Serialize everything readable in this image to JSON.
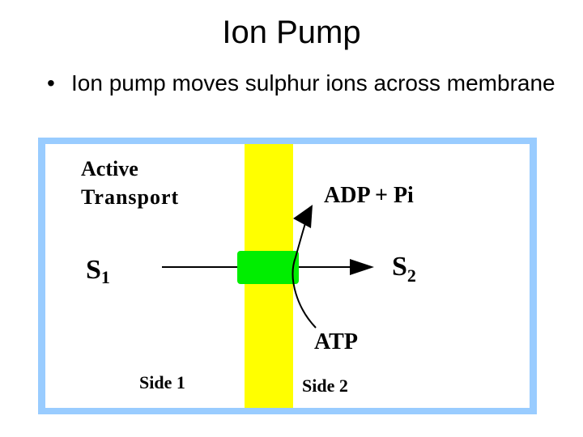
{
  "title": "Ion Pump",
  "bullet": {
    "marker": "•",
    "text": "Ion pump moves sulphur ions across membrane"
  },
  "diagram": {
    "heading_line1": "Active",
    "heading_line2": "Transport",
    "left_species": "S",
    "left_subscript": "1",
    "right_species": "S",
    "right_subscript": "2",
    "product": "ADP + Pi",
    "reactant": "ATP",
    "side_left": "Side 1",
    "side_right": "Side 2",
    "colors": {
      "frame": "#99ccff",
      "membrane": "#ffff00",
      "pump": "#00ee00"
    }
  }
}
